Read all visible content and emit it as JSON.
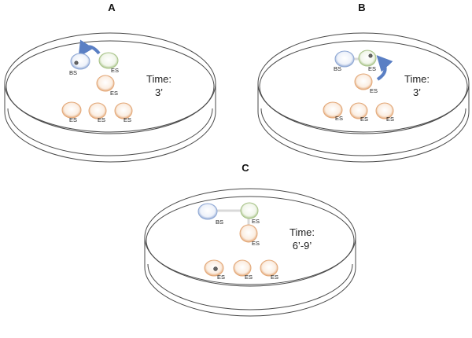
{
  "panels": [
    {
      "label": "A",
      "cells": [
        {
          "type": "BS",
          "label": "BS"
        },
        {
          "type": "ES-green",
          "label": "ES"
        },
        {
          "type": "ES",
          "label": "ES"
        },
        {
          "type": "ES",
          "label": "ES"
        },
        {
          "type": "ES",
          "label": "ES"
        },
        {
          "type": "ES",
          "label": "ES"
        }
      ],
      "time_label": "Time:",
      "time_value": "3’"
    },
    {
      "label": "B",
      "cells": [
        {
          "type": "BS",
          "label": "BS"
        },
        {
          "type": "ES-green",
          "label": "ES"
        },
        {
          "type": "ES",
          "label": "ES"
        },
        {
          "type": "ES",
          "label": "ES"
        },
        {
          "type": "ES",
          "label": "ES"
        },
        {
          "type": "ES",
          "label": "ES"
        }
      ],
      "time_label": "Time:",
      "time_value": "3’"
    },
    {
      "label": "C",
      "cells": [
        {
          "type": "BS",
          "label": "BS"
        },
        {
          "type": "ES-green",
          "label": "ES"
        },
        {
          "type": "ES",
          "label": "ES"
        },
        {
          "type": "ES",
          "label": "ES"
        },
        {
          "type": "ES",
          "label": "ES"
        },
        {
          "type": "ES",
          "label": "ES"
        }
      ],
      "time_label": "Time:",
      "time_value": "6’-9’"
    }
  ],
  "colors": {
    "dish": "#4a4a4a",
    "bs_cell": "#8fa8d4",
    "es_green_cell": "#a9c48a",
    "es_cell": "#e3a878",
    "arrow": "#5a7fc4",
    "label": "#222222"
  }
}
